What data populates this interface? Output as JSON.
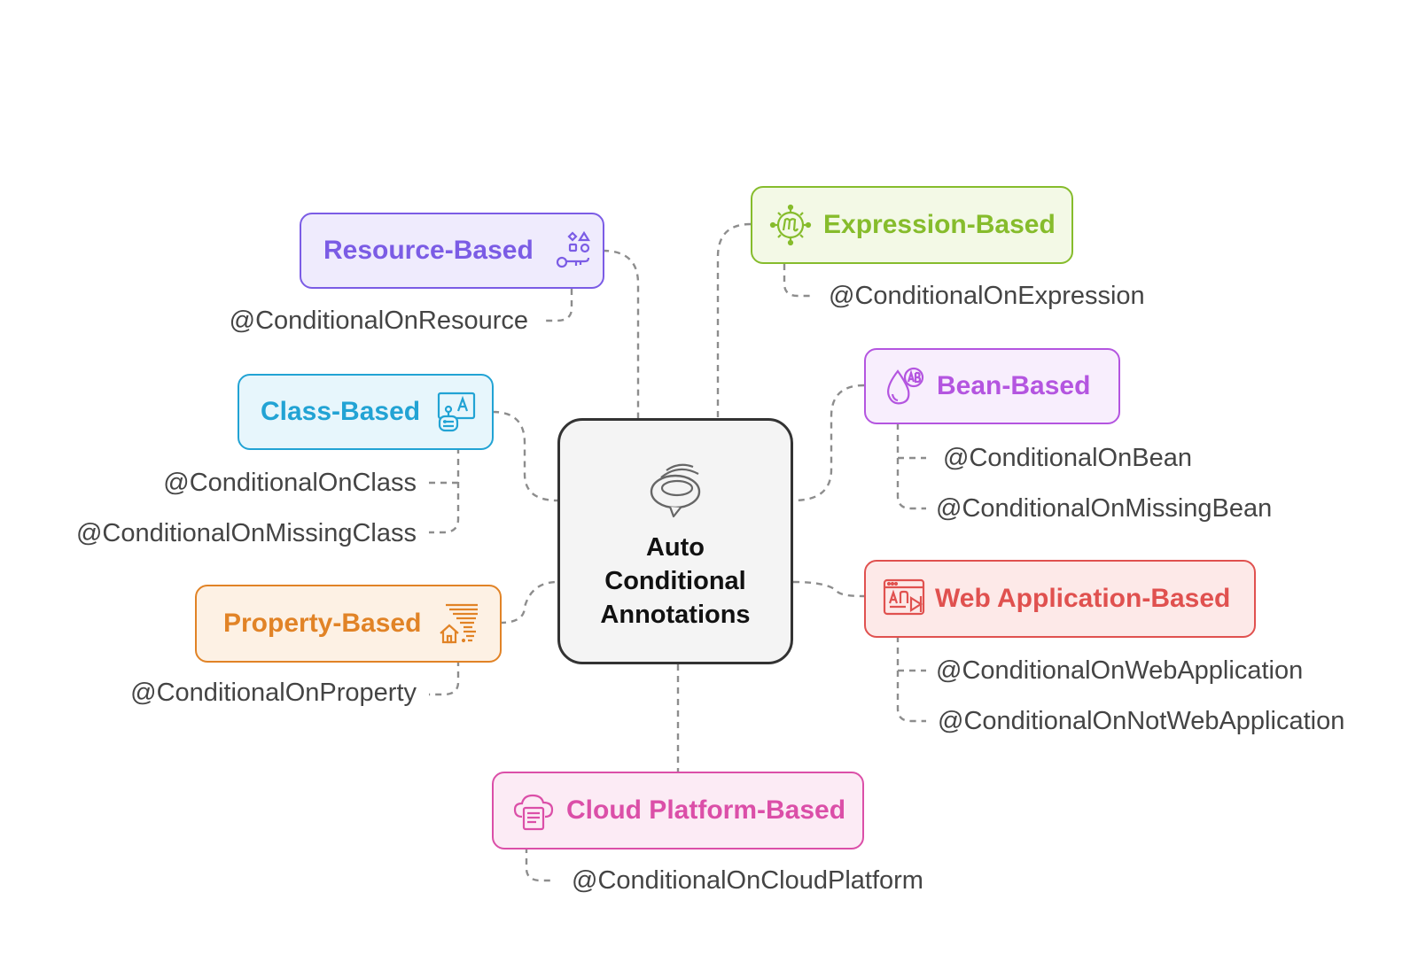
{
  "center": {
    "title": "Auto\nConditional\nAnnotations",
    "icon": "speech-bubbles-icon"
  },
  "categories": {
    "resource": {
      "label": "Resource-Based",
      "icon": "shapes-key-icon",
      "color": "#7b5ce5",
      "fill": "#efebfd",
      "annotations": [
        "@ConditionalOnResource"
      ]
    },
    "expression": {
      "label": "Expression-Based",
      "icon": "expression-gear-icon",
      "color": "#86bc2c",
      "fill": "#f3f9e6",
      "annotations": [
        "@ConditionalOnExpression"
      ]
    },
    "class": {
      "label": "Class-Based",
      "icon": "class-robot-icon",
      "color": "#22a3d4",
      "fill": "#e7f6fc",
      "annotations": [
        "@ConditionalOnClass",
        "@ConditionalOnMissingClass"
      ]
    },
    "bean": {
      "label": "Bean-Based",
      "icon": "bean-drop-icon",
      "color": "#b455e0",
      "fill": "#f8eefd",
      "annotations": [
        "@ConditionalOnBean",
        "@ConditionalOnMissingBean"
      ]
    },
    "property": {
      "label": "Property-Based",
      "icon": "property-house-icon",
      "color": "#e18326",
      "fill": "#fdf1e4",
      "annotations": [
        "@ConditionalOnProperty"
      ]
    },
    "web": {
      "label": "Web Application-Based",
      "icon": "web-app-icon",
      "color": "#e0514f",
      "fill": "#fde9e8",
      "annotations": [
        "@ConditionalOnWebApplication",
        "@ConditionalOnNotWebApplication"
      ]
    },
    "cloud": {
      "label": "Cloud Platform-Based",
      "icon": "cloud-document-icon",
      "color": "#db4fa8",
      "fill": "#fcebf5",
      "annotations": [
        "@ConditionalOnCloudPlatform"
      ]
    }
  }
}
